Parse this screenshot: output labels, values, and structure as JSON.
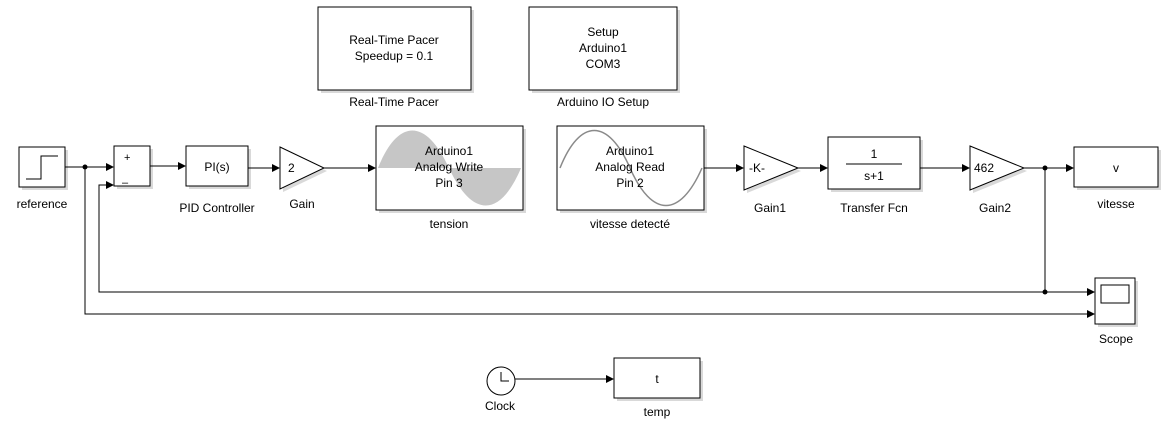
{
  "blocks": {
    "pacer": {
      "line1": "Real-Time Pacer",
      "line2": "Speedup = 0.1",
      "label": "Real-Time Pacer"
    },
    "setup": {
      "line1": "Setup",
      "line2": "Arduino1",
      "line3": "COM3",
      "label": "Arduino IO Setup"
    },
    "reference": {
      "label": "reference"
    },
    "sum": {
      "plus": "+",
      "minus": "–"
    },
    "pid": {
      "text": "PI(s)",
      "label": "PID Controller"
    },
    "gain": {
      "text": "2",
      "label": "Gain"
    },
    "tension": {
      "line1": "Arduino1",
      "line2": "Analog Write",
      "line3": "Pin 3",
      "label": "tension"
    },
    "vitesse_detecte": {
      "line1": "Arduino1",
      "line2": "Analog Read",
      "line3": "Pin 2",
      "label": "vitesse detecté"
    },
    "gain1": {
      "text": "-K-",
      "label": "Gain1"
    },
    "tf": {
      "num": "1",
      "den": "s+1",
      "label": "Transfer Fcn"
    },
    "gain2": {
      "text": "462",
      "label": "Gain2"
    },
    "vitesse": {
      "text": "v",
      "label": "vitesse"
    },
    "scope": {
      "label": "Scope"
    },
    "clock": {
      "label": "Clock"
    },
    "temp": {
      "text": "t",
      "label": "temp"
    }
  }
}
